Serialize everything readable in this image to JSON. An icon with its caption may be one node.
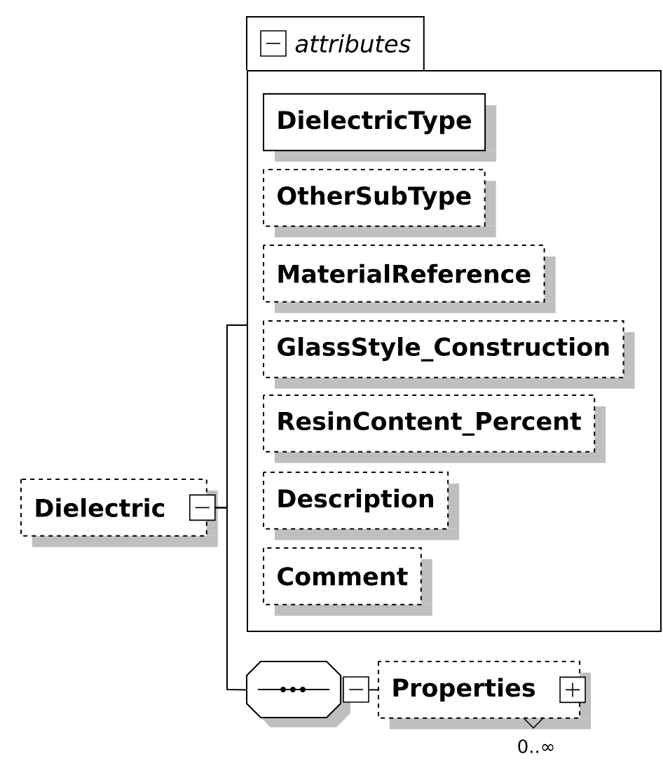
{
  "diagram": {
    "nodes": [
      {
        "text": [
          "Dielectric"
        ]
      },
      {
        "text": [
          "attributes"
        ]
      },
      {
        "text": [
          "DielectricType"
        ],
        "in": 1
      },
      {
        "text": [
          "OtherSubType"
        ],
        "in": 1
      },
      {
        "text": [
          "MaterialReference"
        ],
        "in": 1
      },
      {
        "text": [
          "GlassStyle_Construction"
        ],
        "in": 1
      },
      {
        "text": [
          "ResinContent_Percent"
        ],
        "in": 1
      },
      {
        "text": [
          "Description"
        ],
        "in": 1
      },
      {
        "text": [
          "Comment"
        ],
        "in": 1
      },
      {
        "text": [],
        "shape": "octagon"
      },
      {
        "text": [
          "Properties"
        ],
        "beside": [
          "0..∞"
        ]
      }
    ],
    "edges": [
      {
        "from": 0,
        "to": 1,
        "arrow": "none"
      },
      {
        "from": 0,
        "to": 9,
        "arrow": "none"
      },
      {
        "from": 9,
        "to": 10,
        "arrow": "none"
      }
    ]
  }
}
